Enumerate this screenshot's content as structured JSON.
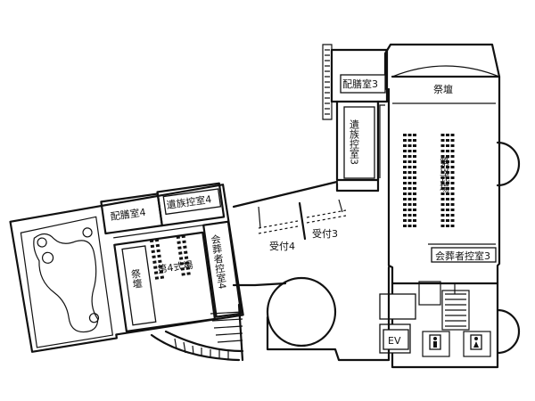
{
  "rooms": {
    "haizenshitsu3": "配膳室3",
    "saidan3": "祭壇",
    "izoku_hikae3": "遺族控室3",
    "shikijo3": "第3式場",
    "kaisou_hikae3": "会葬者控室3",
    "haizenshitsu4": "配膳室4",
    "izoku_hikae4": "遺族控室4",
    "shikijo4": "第4式場",
    "saidan4": "祭壇",
    "kaisou_hikae4": "会葬者控室4",
    "uketsuke4": "受付4",
    "uketsuke3": "受付3",
    "elevator": "EV"
  },
  "icons": [
    "restroom-men-icon",
    "restroom-women-icon",
    "elevator-icon"
  ]
}
